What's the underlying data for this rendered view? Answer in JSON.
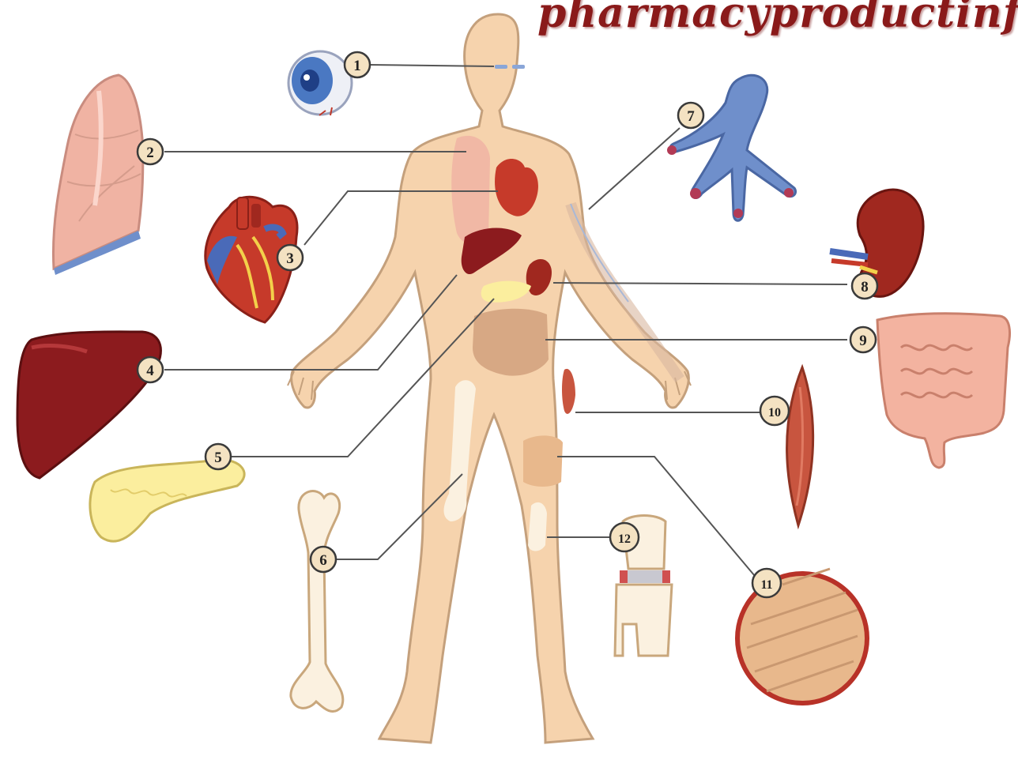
{
  "watermark": "pharmacyproductinfo.com",
  "colors": {
    "skin": "#f6d3ad",
    "skin_outline": "#c4a07c",
    "lung": "#f0b3a3",
    "heart": "#c63a2a",
    "liver": "#8c1b1e",
    "pancreas": "#fbee9e",
    "bone": "#fbf1e0",
    "vein": "#6f8fcb",
    "kidney": "#a0281f",
    "intestine": "#f3b3a0",
    "muscle": "#c8553f",
    "tissue": "#e8b88c",
    "leader": "#555555"
  },
  "callouts": [
    {
      "id": 1,
      "label": "1",
      "organ": "eye-icon"
    },
    {
      "id": 2,
      "label": "2",
      "organ": "lung-icon"
    },
    {
      "id": 3,
      "label": "3",
      "organ": "heart-icon"
    },
    {
      "id": 4,
      "label": "4",
      "organ": "liver-icon"
    },
    {
      "id": 5,
      "label": "5",
      "organ": "pancreas-icon"
    },
    {
      "id": 6,
      "label": "6",
      "organ": "bone-icon"
    },
    {
      "id": 7,
      "label": "7",
      "organ": "blood-vessel-icon"
    },
    {
      "id": 8,
      "label": "8",
      "organ": "kidney-icon"
    },
    {
      "id": 9,
      "label": "9",
      "organ": "intestine-icon"
    },
    {
      "id": 10,
      "label": "10",
      "organ": "muscle-icon"
    },
    {
      "id": 11,
      "label": "11",
      "organ": "tissue-sample-icon"
    },
    {
      "id": 12,
      "label": "12",
      "organ": "knee-joint-icon"
    }
  ]
}
